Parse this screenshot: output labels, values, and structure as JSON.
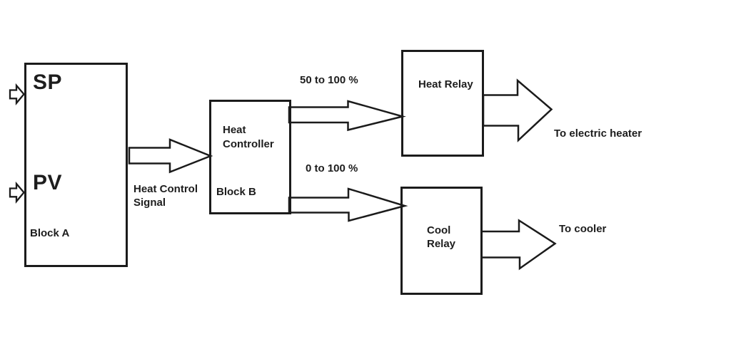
{
  "colors": {
    "line": "#1b1b1b",
    "text": "#1d1d1d",
    "background": "#ffffff"
  },
  "block_a": {
    "input_top": "SP",
    "input_bottom": "PV",
    "name": "Block A"
  },
  "connection": {
    "label": "Heat Control Signal"
  },
  "block_b": {
    "title": "Heat Controller",
    "name": "Block B"
  },
  "heat_branch": {
    "range": "50 to 100 %",
    "relay": "Heat Relay",
    "destination": "To electric heater"
  },
  "cool_branch": {
    "range": "0 to 100 %",
    "relay": "Cool Relay",
    "destination": "To cooler"
  }
}
